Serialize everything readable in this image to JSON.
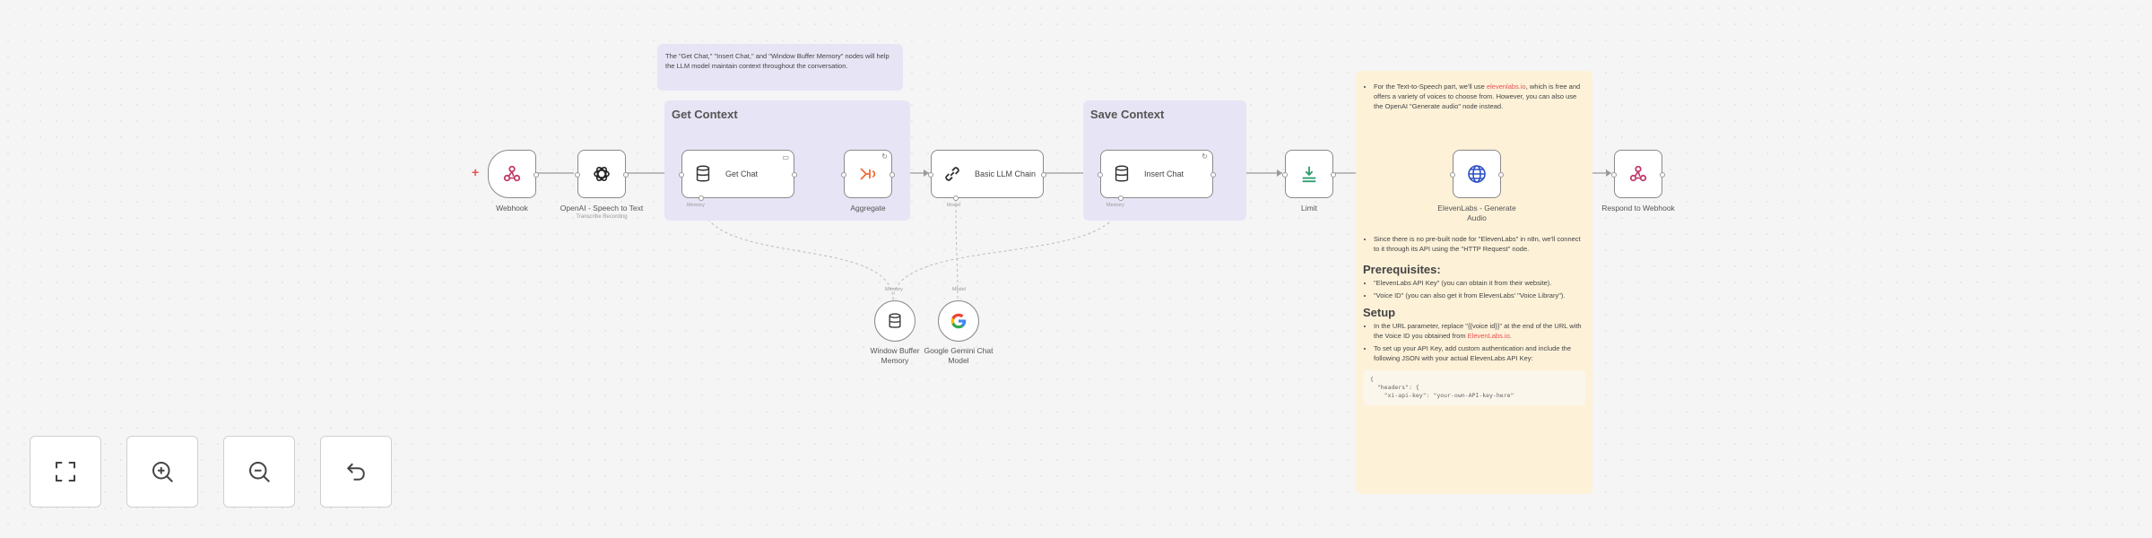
{
  "sticky_intro": {
    "text": "The \"Get Chat,\" \"Insert Chat,\" and \"Window Buffer Memory\" nodes will help the LLM model maintain context throughout the conversation."
  },
  "sticky_get_context": {
    "title": "Get Context"
  },
  "sticky_save_context": {
    "title": "Save Context"
  },
  "nodes": {
    "webhook": {
      "label": "Webhook",
      "icon": "webhook-icon"
    },
    "openai_stt": {
      "label": "OpenAI - Speech to Text",
      "sub": "Transcribe Recording",
      "icon": "openai-icon"
    },
    "get_chat": {
      "label": "Get Chat",
      "icon": "database-icon"
    },
    "aggregate": {
      "label": "Aggregate",
      "icon": "aggregate-icon"
    },
    "basic_llm": {
      "label": "Basic LLM Chain",
      "icon": "link-icon"
    },
    "insert_chat": {
      "label": "Insert Chat",
      "icon": "database-icon"
    },
    "limit": {
      "label": "Limit",
      "icon": "limit-icon"
    },
    "elevenlabs": {
      "label_line1": "ElevenLabs - Generate",
      "label_line2": "Audio",
      "icon": "globe-icon"
    },
    "respond": {
      "label": "Respond to Webhook",
      "icon": "webhook-icon"
    },
    "window_buffer": {
      "label_line1": "Window Buffer",
      "label_line2": "Memory",
      "icon": "database-icon"
    },
    "gemini": {
      "label_line1": "Google Gemini Chat",
      "label_line2": "Model",
      "icon": "google-icon"
    }
  },
  "port_labels": {
    "memory": "Memory",
    "model": "Model"
  },
  "sticky_right": {
    "bullet1_pre": "For the Text-to-Speech part, we'll use ",
    "bullet1_link": "elevenlabs.io",
    "bullet1_post": ", which is free and offers a variety of voices to choose from. However, you can also use the OpenAI \"Generate audio\" node instead.",
    "bullet2": "Since there is no pre-built node for \"ElevenLabs\" in n8n, we'll connect to it through its API using the \"HTTP Request\" node.",
    "prereq_heading": "Prerequisites:",
    "prereq1": "\"ElevenLabs API Key\" (you can obtain it from their website).",
    "prereq2": "\"Voice ID\" (you can also get it from ElevenLabs' \"Voice Library\").",
    "setup_heading": "Setup",
    "setup1_pre": "In the URL parameter, replace \"{{voice id}}\" at the end of the URL with the Voice ID you obtained from ",
    "setup1_link": "ElevenLabs.io",
    "setup1_post": ".",
    "setup2": "To set up your API Key, add custom authentication and include the following JSON with your actual ElevenLabs API Key:",
    "code_line1": "{",
    "code_line2": "  \"headers\": {",
    "code_line3": "    \"xi-api-key\": \"your-own-API-key-here\""
  },
  "controls": {
    "fit": "fit-view-icon",
    "zoom_in": "zoom-in-icon",
    "zoom_out": "zoom-out-icon",
    "undo": "undo-icon"
  },
  "colors": {
    "sticky_purple": "#e7e4f5",
    "sticky_yellow": "#fdf1d8",
    "accent_red": "#e94f4f",
    "node_border": "#8a8a8a"
  }
}
